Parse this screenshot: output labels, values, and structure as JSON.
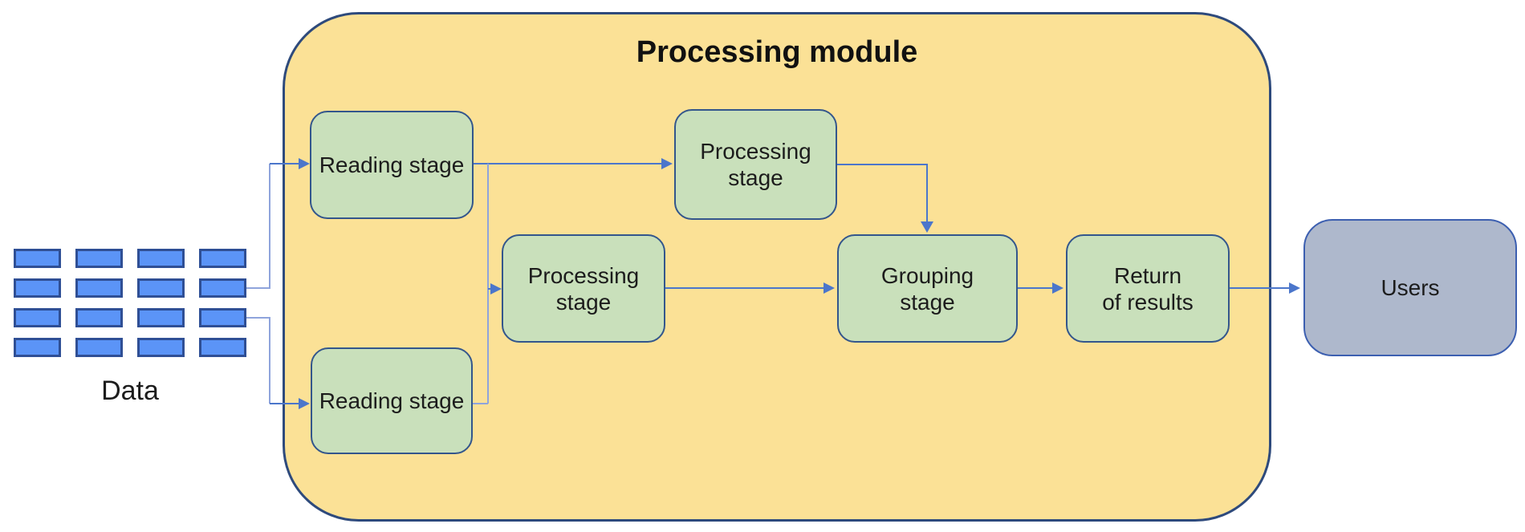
{
  "diagram": {
    "module": {
      "title": "Processing module"
    },
    "source": {
      "label": "Data",
      "grid": {
        "rows": 4,
        "cols": 4
      }
    },
    "nodes": [
      {
        "id": "reading-stage-top",
        "label": "Reading stage"
      },
      {
        "id": "reading-stage-bottom",
        "label": "Reading stage"
      },
      {
        "id": "processing-stage-top",
        "label": "Processing\nstage"
      },
      {
        "id": "processing-stage-middle",
        "label": "Processing\nstage"
      },
      {
        "id": "grouping-stage",
        "label": "Grouping\nstage"
      },
      {
        "id": "return-of-results",
        "label": "Return\nof results"
      }
    ],
    "sink": {
      "label": "Users"
    },
    "colors": {
      "module_fill": "#FBE196",
      "module_border": "#2E4A7C",
      "stage_fill": "#C9E0BB",
      "stage_border": "#33568C",
      "data_fill": "#5B94F7",
      "data_border": "#2F4F95",
      "users_fill": "#AEB8CC",
      "users_border": "#3C5FB0",
      "connector": "#8FA4DC",
      "arrow": "#4B76CB",
      "text": "#1C1C1C"
    }
  }
}
